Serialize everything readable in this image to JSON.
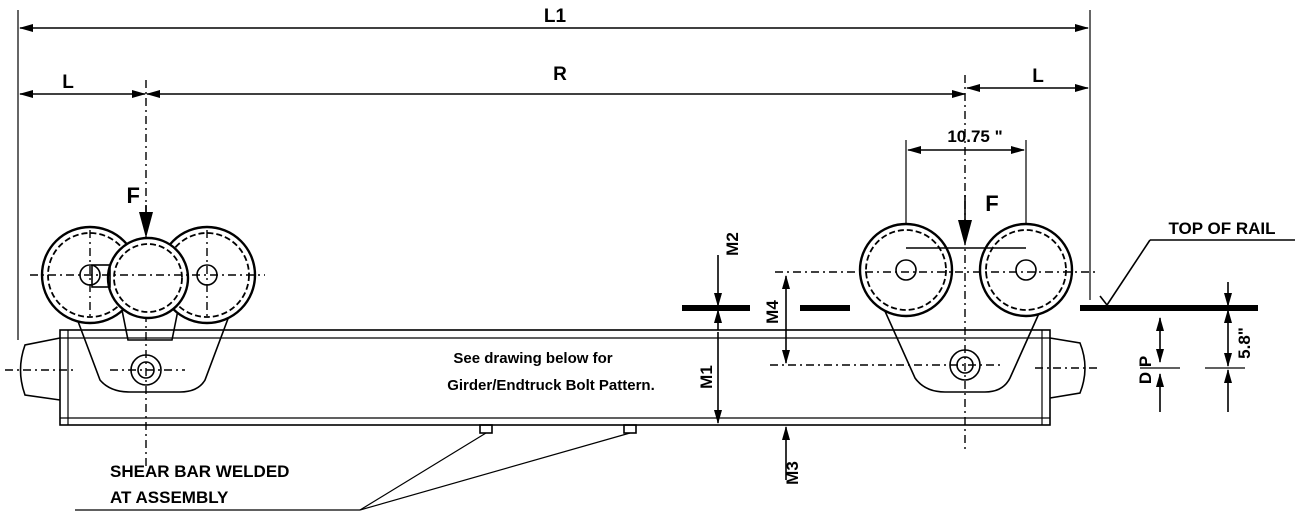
{
  "dimensions": {
    "overall_length": "L1",
    "end_left": "L",
    "end_right": "L",
    "wheelbase": "R",
    "wheel_spacing": "10.75 \"",
    "rail_height": "5.8\"",
    "drop": "D P"
  },
  "loads": {
    "left": "F",
    "right": "F"
  },
  "moments": {
    "m1": "M1",
    "m2": "M2",
    "m3": "M3",
    "m4": "M4"
  },
  "labels": {
    "top_of_rail": "TOP OF RAIL",
    "note_line1": "See drawing below for",
    "note_line2": "Girder/Endtruck Bolt Pattern.",
    "shear_line1": "SHEAR BAR WELDED",
    "shear_line2": "AT ASSEMBLY"
  }
}
